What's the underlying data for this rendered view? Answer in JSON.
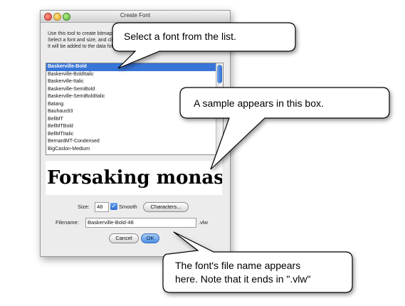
{
  "window": {
    "title": "Create Font",
    "intro_lines": [
      "Use this tool to create bitmap fonts for your program.",
      "Select a font and size, and click 'OK' to generate the font.",
      "It will be added to the data folder of the current sketch."
    ]
  },
  "font_list": {
    "items": [
      "Baskerville-Bold",
      "Baskerville-BoldItalic",
      "Baskerville-Italic",
      "Baskerville-SemiBold",
      "Baskerville-SemiBoldItalic",
      "Batang",
      "Bauhaus93",
      "BellMT",
      "BellMTBold",
      "BellMTItalic",
      "BernardMT-Condensed",
      "BigCaslon-Medium"
    ],
    "selected_index": 0
  },
  "sample_text": "Forsaking monas",
  "controls": {
    "size_label": "Size:",
    "size_value": "48",
    "smooth_label": "Smooth",
    "smooth_checked": true,
    "characters_button": "Characters...",
    "filename_label": "Filename:",
    "filename_value": "Baskerville-Bold-48",
    "extension": ".vlw",
    "cancel_button": "Cancel",
    "ok_button": "OK"
  },
  "callouts": {
    "select_font": "Select a font from the list.",
    "sample_box": "A sample appears in this box.",
    "filename_line1": "The font's file name appears",
    "filename_line2": "here.  Note that it ends in \".vlw\""
  }
}
